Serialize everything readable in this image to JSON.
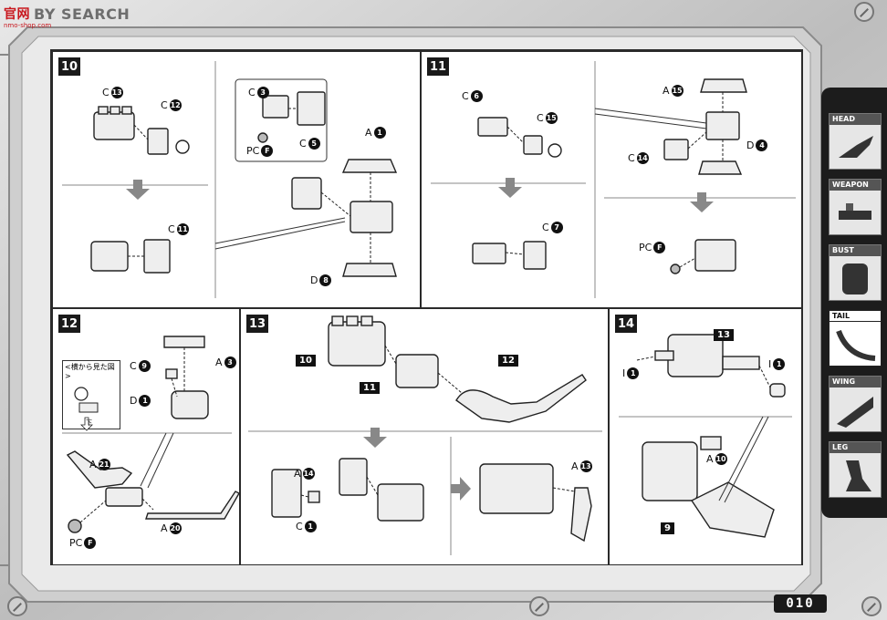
{
  "header": {
    "logo_cn": "官网",
    "brand": "BY SEARCH",
    "site": "nmo-shop.com"
  },
  "page_number": "010",
  "sidebar": {
    "tabs": [
      {
        "label": "HEAD",
        "active": false
      },
      {
        "label": "WEAPON",
        "active": false
      },
      {
        "label": "BUST",
        "active": false
      },
      {
        "label": "TAIL",
        "active": true
      },
      {
        "label": "WING",
        "active": false
      },
      {
        "label": "LEG",
        "active": false
      }
    ]
  },
  "steps": {
    "s10": {
      "number": "10",
      "labels": {
        "c13": {
          "prefix": "C",
          "num": "13"
        },
        "c12": {
          "prefix": "C",
          "num": "12"
        },
        "c11": {
          "prefix": "C",
          "num": "11"
        },
        "c3": {
          "prefix": "C",
          "num": "3"
        },
        "c5": {
          "prefix": "C",
          "num": "5"
        },
        "pcf": {
          "prefix": "PC",
          "num": "F"
        },
        "a1": {
          "prefix": "A",
          "num": "1"
        },
        "d8": {
          "prefix": "D",
          "num": "8"
        }
      }
    },
    "s11": {
      "number": "11",
      "labels": {
        "c6": {
          "prefix": "C",
          "num": "6"
        },
        "c15": {
          "prefix": "C",
          "num": "15"
        },
        "c7": {
          "prefix": "C",
          "num": "7"
        },
        "a15": {
          "prefix": "A",
          "num": "15"
        },
        "c14": {
          "prefix": "C",
          "num": "14"
        },
        "d4": {
          "prefix": "D",
          "num": "4"
        },
        "pcf": {
          "prefix": "PC",
          "num": "F"
        }
      }
    },
    "s12": {
      "number": "12",
      "note_title": "<横から見た図>",
      "note_arrow": "下",
      "labels": {
        "c9": {
          "prefix": "C",
          "num": "9"
        },
        "a3": {
          "prefix": "A",
          "num": "3"
        },
        "d1": {
          "prefix": "D",
          "num": "1"
        },
        "a21": {
          "prefix": "A",
          "num": "21"
        },
        "a20": {
          "prefix": "A",
          "num": "20"
        },
        "pcf": {
          "prefix": "PC",
          "num": "F"
        }
      }
    },
    "s13": {
      "number": "13",
      "boxes": [
        "10",
        "11",
        "12"
      ],
      "labels": {
        "a14": {
          "prefix": "A",
          "num": "14"
        },
        "c1": {
          "prefix": "C",
          "num": "1"
        },
        "a13": {
          "prefix": "A",
          "num": "13"
        }
      }
    },
    "s14": {
      "number": "14",
      "boxes": [
        "13",
        "9"
      ],
      "labels": {
        "i1a": {
          "prefix": "I",
          "num": "1"
        },
        "i1b": {
          "prefix": "I",
          "num": "1"
        },
        "a10": {
          "prefix": "A",
          "num": "10"
        }
      }
    }
  }
}
